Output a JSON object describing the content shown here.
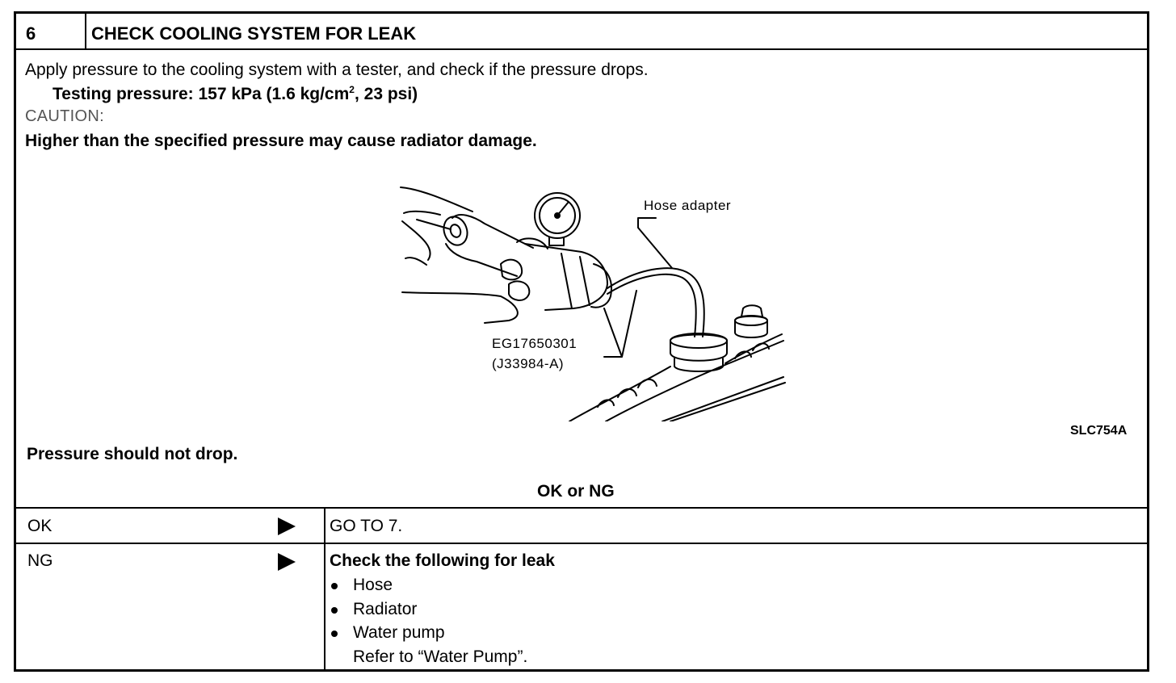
{
  "header": {
    "step_number": "6",
    "title": "CHECK COOLING SYSTEM FOR LEAK"
  },
  "instructions": {
    "line1": "Apply pressure to the cooling system with a tester, and check if the pressure drops.",
    "testing_prefix": "Testing pressure: 157 kPa (1.6 kg/cm",
    "testing_sup": "2",
    "testing_suffix": ", 23 psi)",
    "caution_label": "CAUTION:",
    "caution_text": "Higher than the specified pressure may cause radiator damage."
  },
  "figure": {
    "label_hose_adapter": "Hose adapter",
    "label_tool_number": "EG17650301",
    "label_tool_alt": "(J33984-A)",
    "figure_code": "SLC754A"
  },
  "result": {
    "expectation": "Pressure should not drop.",
    "ok_or_ng": "OK or NG"
  },
  "outcomes": {
    "ok": {
      "label": "OK",
      "action": "GO TO 7."
    },
    "ng": {
      "label": "NG",
      "action_title": "Check the following for leak",
      "items": [
        "Hose",
        "Radiator",
        "Water pump"
      ],
      "reference": "Refer to “Water Pump”."
    }
  }
}
